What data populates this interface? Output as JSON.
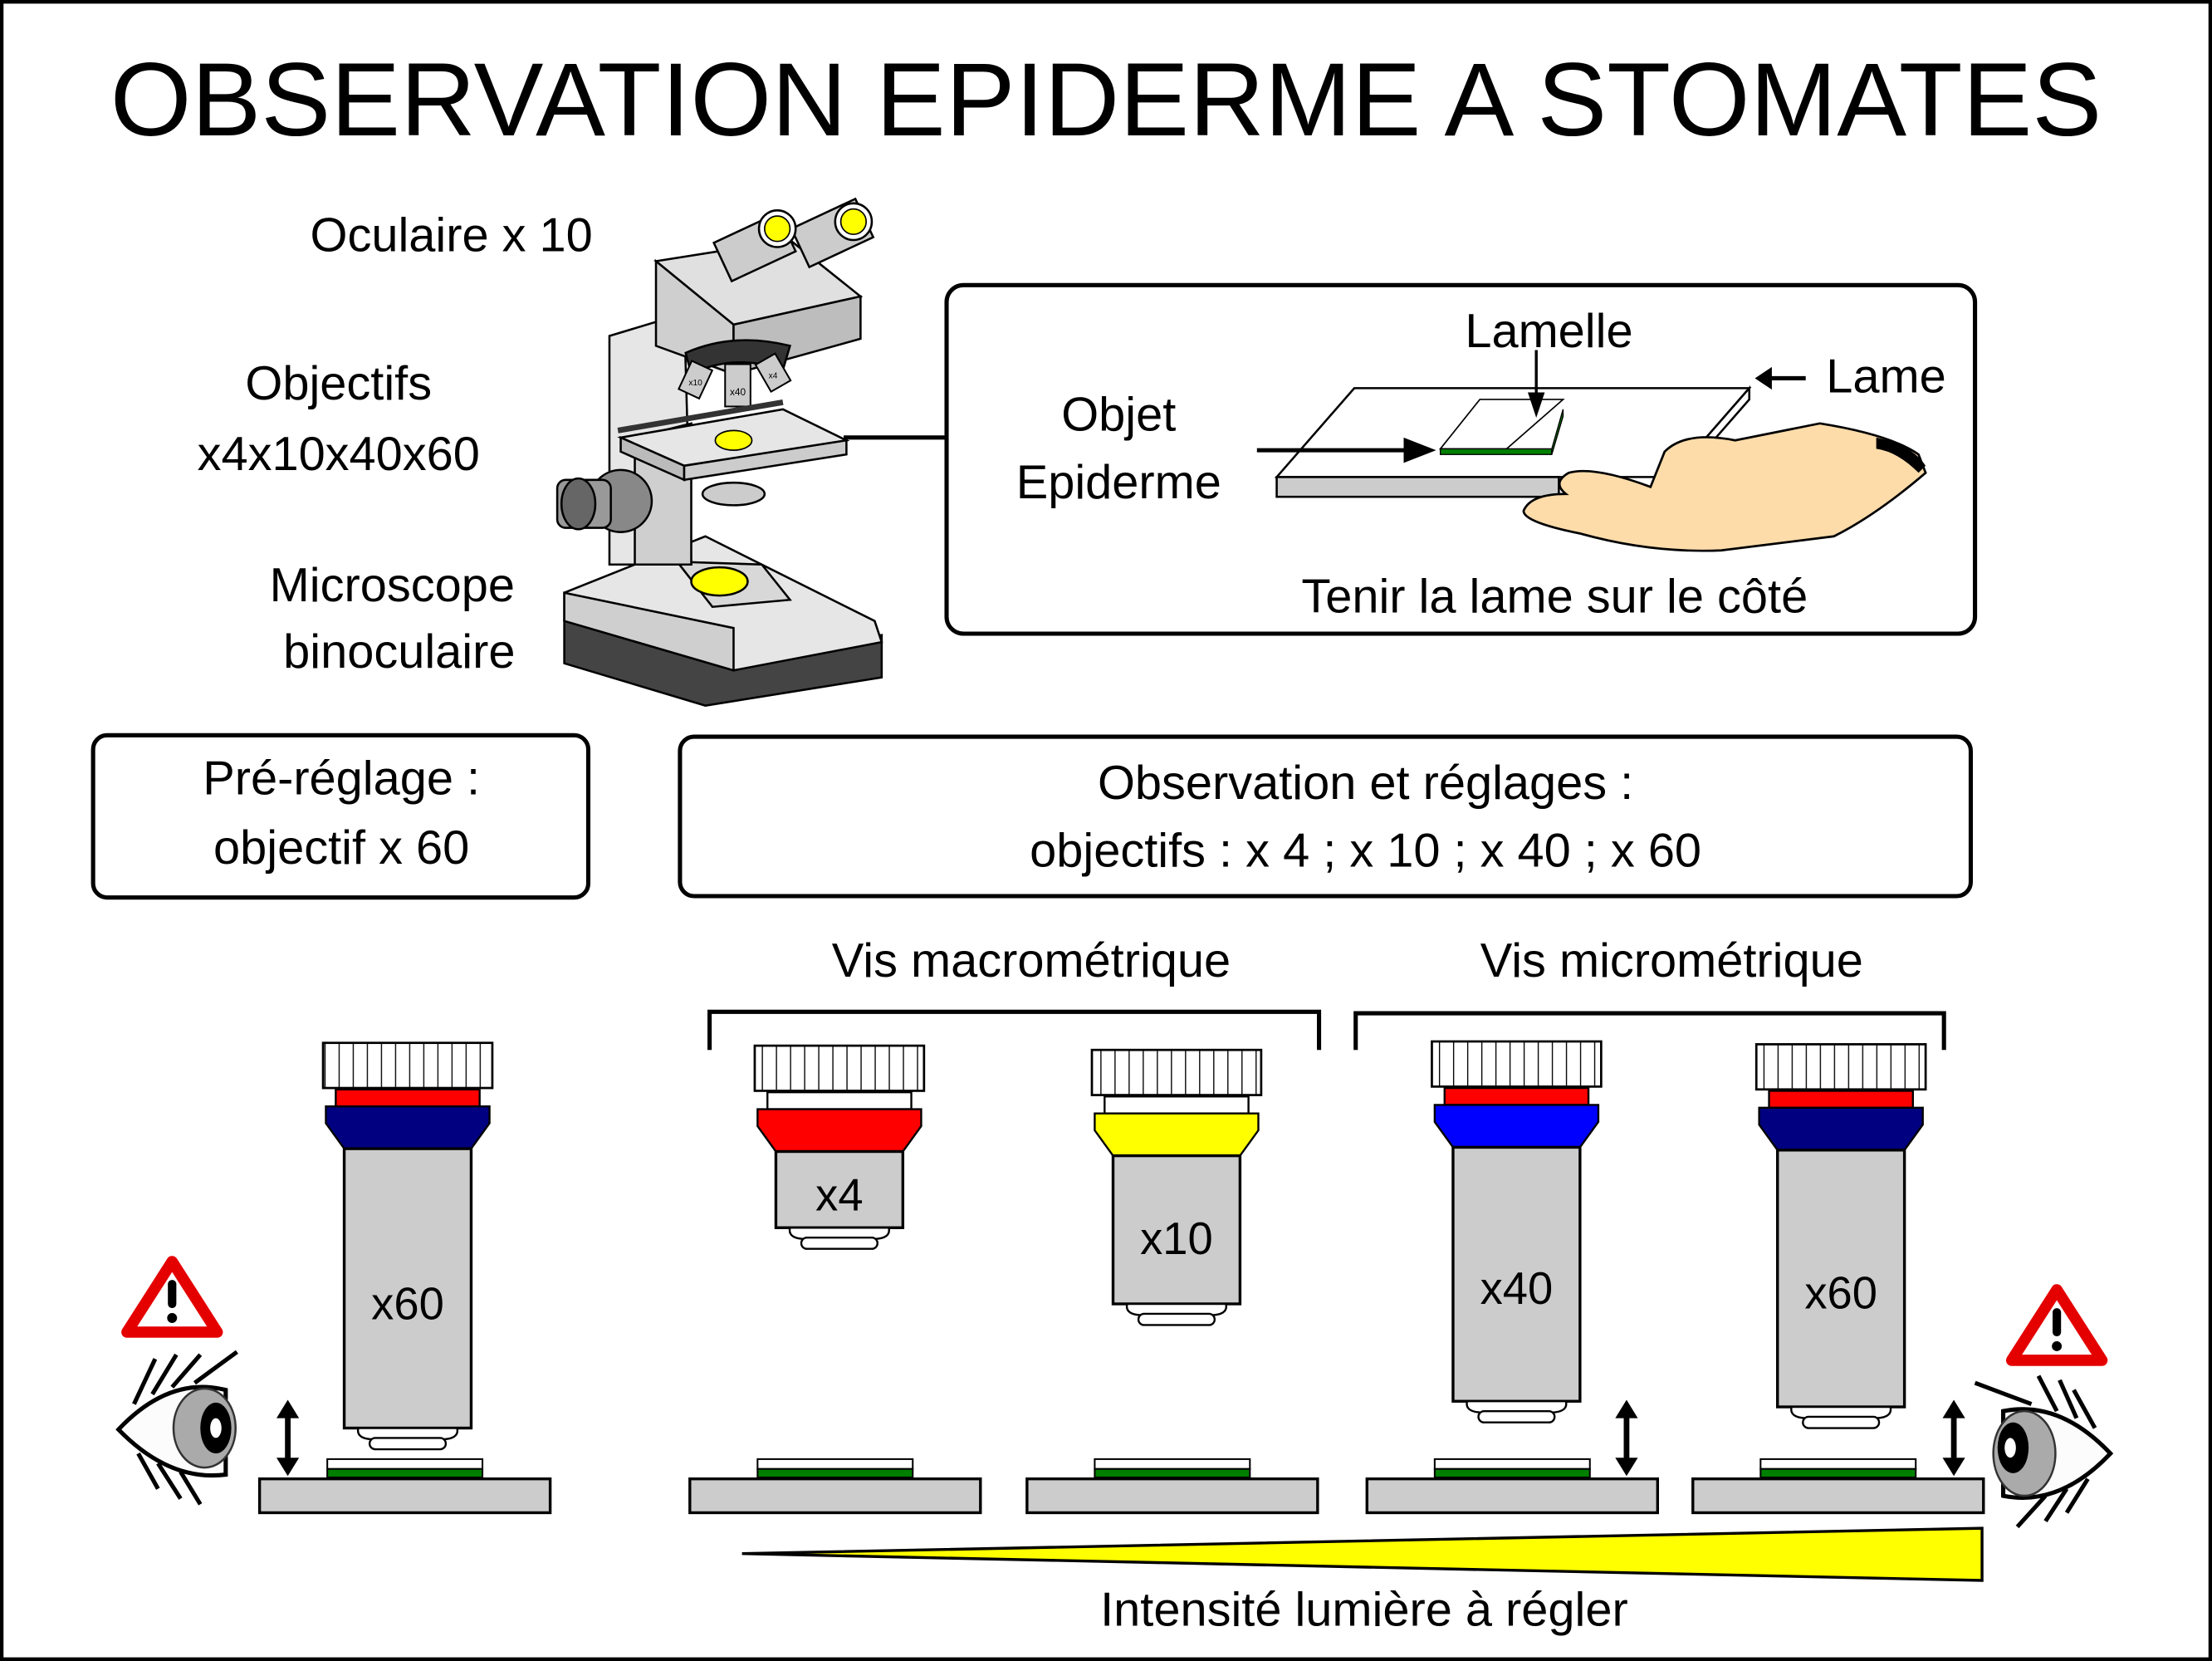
{
  "title": "OBSERVATION EPIDERME A STOMATES",
  "microscope": {
    "ocular_label": "Oculaire x 10",
    "objectives_label_line1": "Objectifs",
    "objectives_label_line2": "x4x10x40x60",
    "microscope_label_line1": "Microscope",
    "microscope_label_line2": "binoculaire",
    "turret_labels": [
      "x10",
      "x40",
      "x4"
    ]
  },
  "slide_panel": {
    "lamelle_label": "Lamelle",
    "lame_label": "Lame",
    "object_label_line1": "Objet",
    "object_label_line2": "Epiderme",
    "caption": "Tenir la lame sur le côté"
  },
  "preset_box": {
    "line1": "Pré-réglage :",
    "line2": "objectif x 60"
  },
  "observation_box": {
    "line1": "Observation et réglages :",
    "line2": "objectifs : x 4 ; x 10 ; x 40 ; x 60"
  },
  "screws": {
    "macro_label": "Vis macrométrique",
    "micro_label": "Vis micrométrique"
  },
  "objectives": [
    {
      "label": "x60",
      "band_color": "#000080",
      "ring_color": "#ff0000",
      "group": "preset"
    },
    {
      "label": "x4",
      "band_color": "#ff0000",
      "ring_color": "#ffffff",
      "group": "macro"
    },
    {
      "label": "x10",
      "band_color": "#ffff00",
      "ring_color": "#ffffff",
      "group": "macro"
    },
    {
      "label": "x40",
      "band_color": "#0000ff",
      "ring_color": "#ff0000",
      "group": "micro"
    },
    {
      "label": "x60",
      "band_color": "#000080",
      "ring_color": "#ff0000",
      "group": "micro"
    }
  ],
  "light": {
    "caption": "Intensité lumière à régler",
    "color": "#ffff00"
  },
  "colors": {
    "warning_red": "#e50000",
    "specimen_green": "#008000",
    "body_gray": "#cccccc",
    "eyepiece_yellow": "#ffff00",
    "skin": "#fddcaa"
  }
}
